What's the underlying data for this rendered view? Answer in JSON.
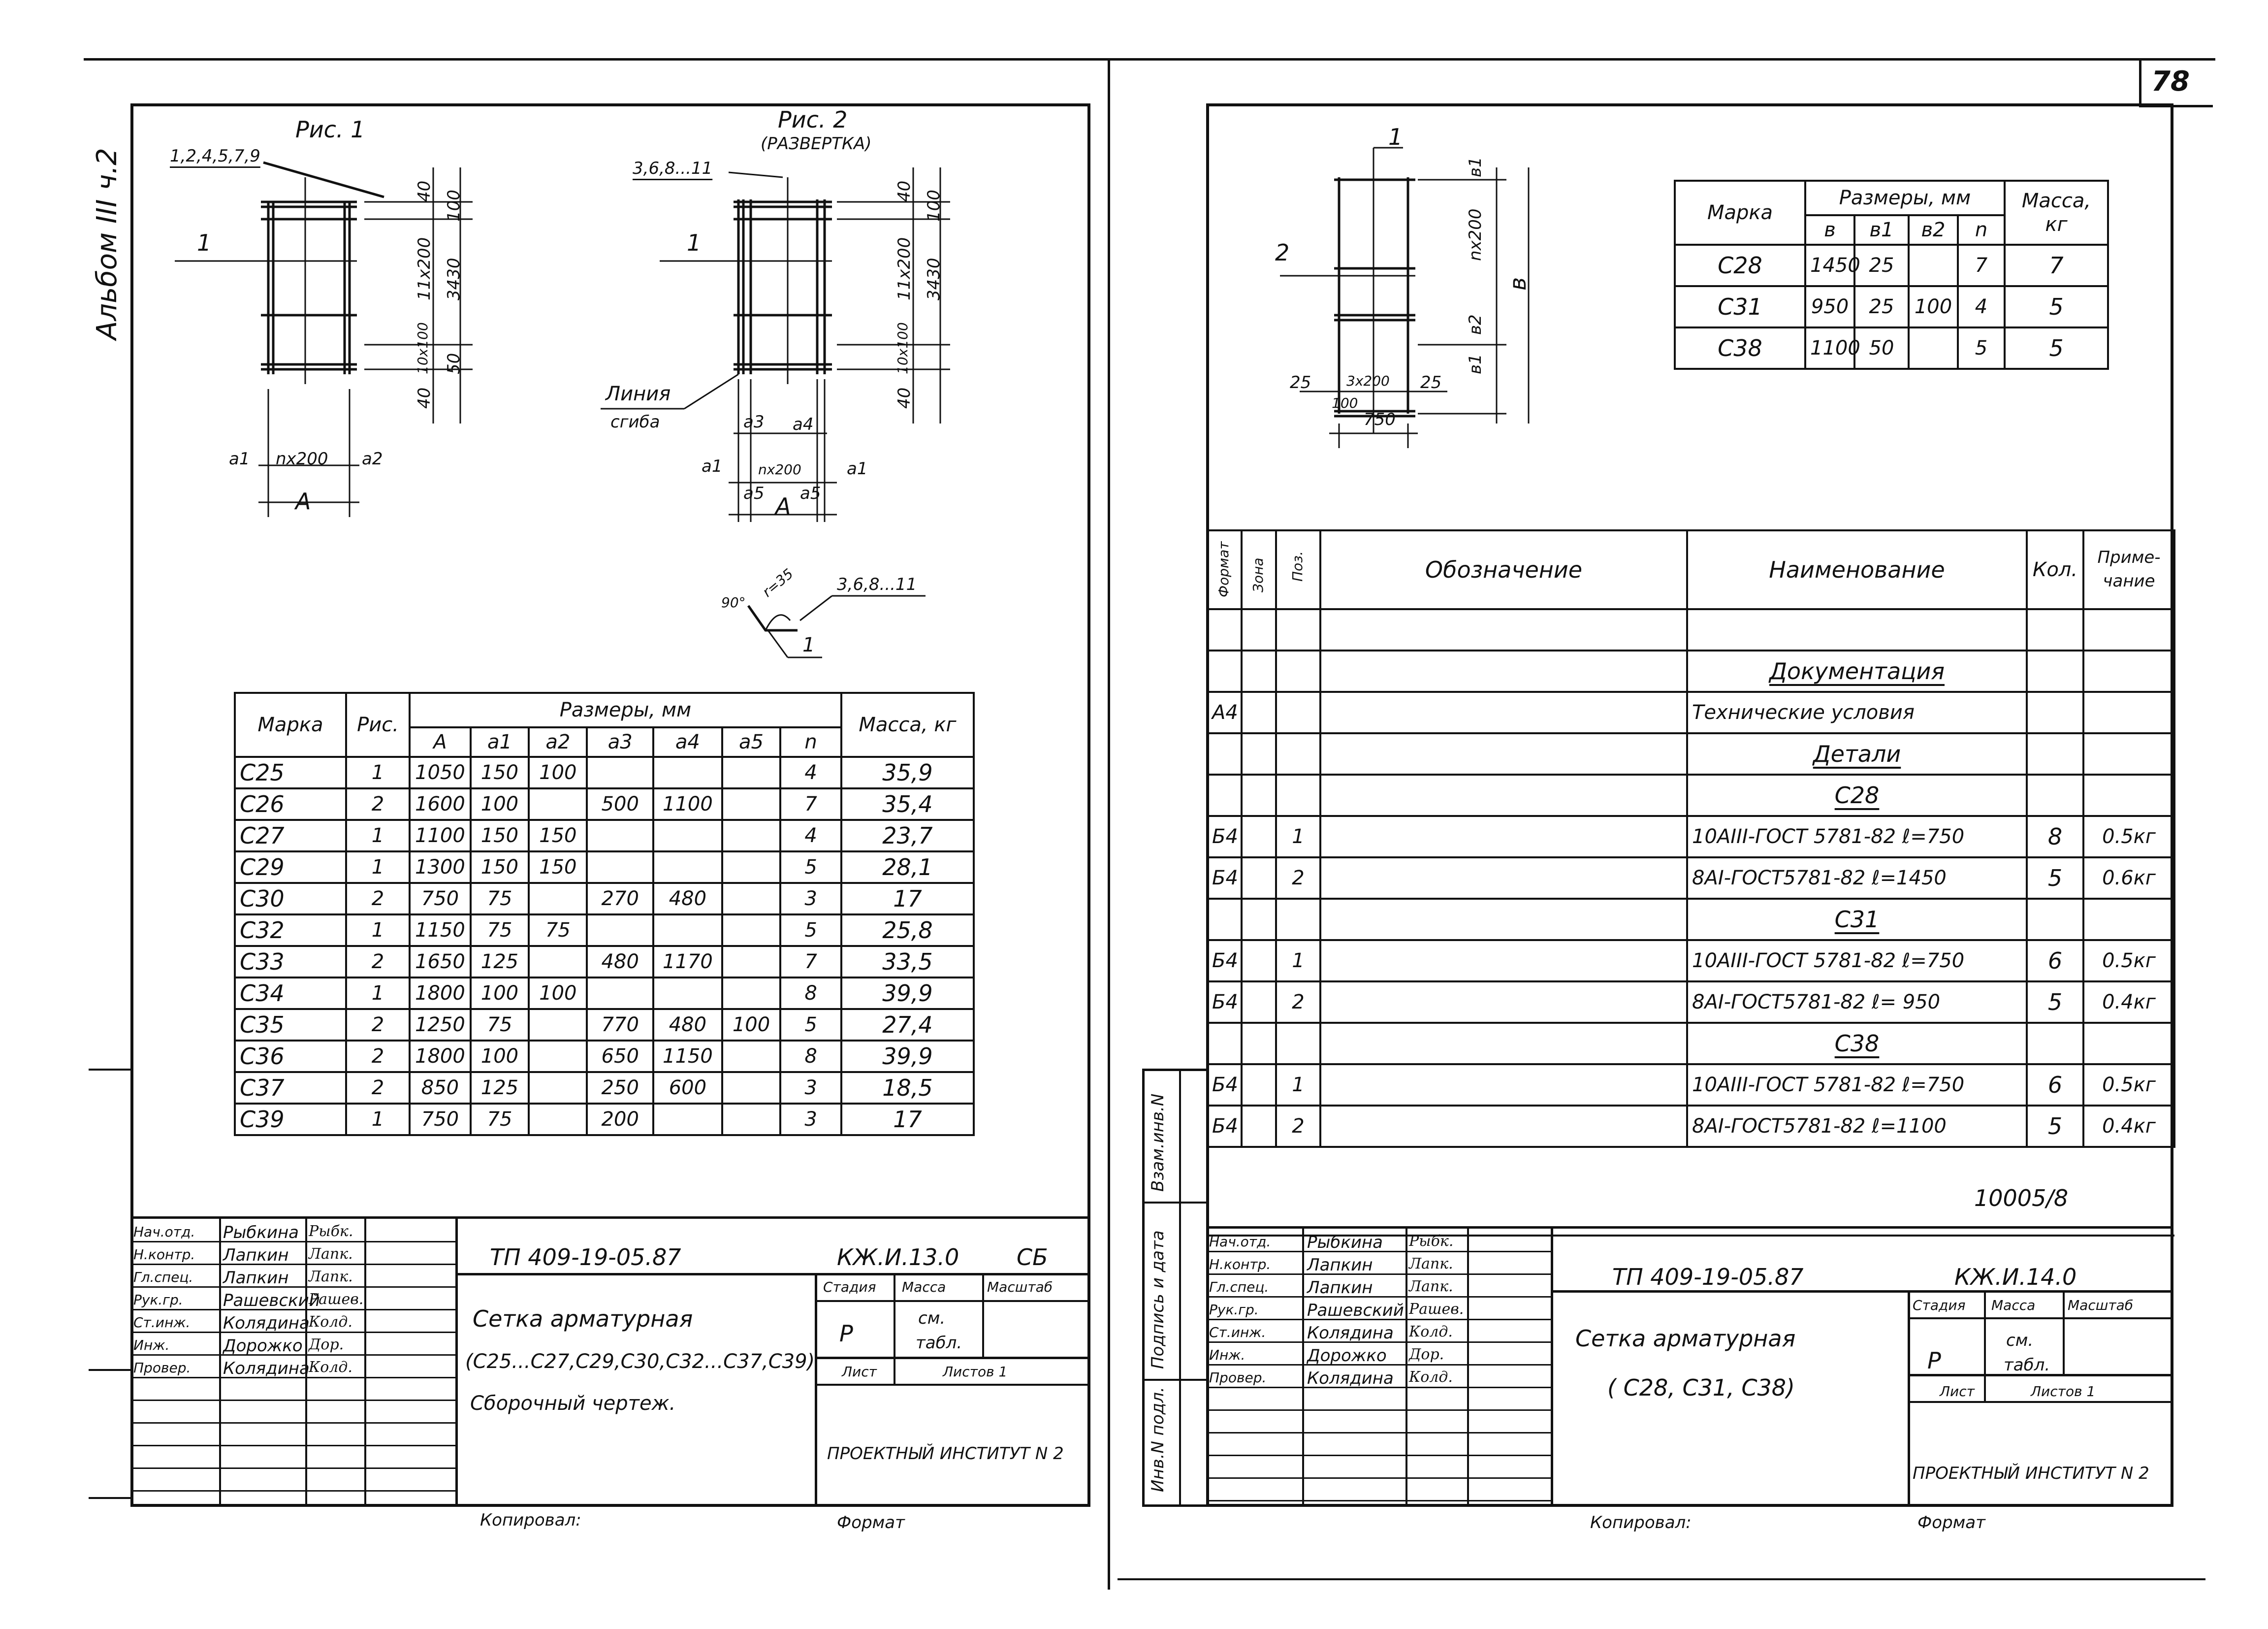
{
  "album_label": "Альбом III ч.2",
  "page_number": "78",
  "left_sheet": {
    "fig1_title": "Рис. 1",
    "fig1_positions": "1,2,4,5,7,9",
    "fig1_mark": "1",
    "fig2_title": "Рис. 2",
    "fig2_subtitle": "(РАЗВЕРТКА)",
    "fig2_positions": "3,6,8...11",
    "fig2_mark": "1",
    "dim_40": "40",
    "dim_100": "100",
    "dim_11x200": "11x200",
    "dim_3430": "3430",
    "dim_10x100": "10x100",
    "dim_50": "50",
    "dim_nx200": "nx200",
    "dim_a1": "a1",
    "dim_a2": "a2",
    "dim_A": "A",
    "dim_a3": "a3",
    "dim_a4": "a4",
    "dim_a5": "a5",
    "bend_line_1": "Линия",
    "bend_line_2": "сгиба",
    "bend_angle": "90°",
    "bend_radius": "r=35",
    "bend_positions": "3,6,8...11",
    "bend_mark": "1",
    "table": {
      "h_mark": "Марка",
      "h_fig": "Рис.",
      "h_sizes": "Размеры, мм",
      "h_mass": "Масса, кг",
      "sub": [
        "A",
        "a1",
        "a2",
        "a3",
        "a4",
        "a5",
        "n"
      ],
      "rows": [
        [
          "С25",
          "1",
          "1050",
          "150",
          "100",
          "",
          "",
          "",
          "4",
          "35,9"
        ],
        [
          "С26",
          "2",
          "1600",
          "100",
          "",
          "500",
          "1100",
          "",
          "7",
          "35,4"
        ],
        [
          "С27",
          "1",
          "1100",
          "150",
          "150",
          "",
          "",
          "",
          "4",
          "23,7"
        ],
        [
          "С29",
          "1",
          "1300",
          "150",
          "150",
          "",
          "",
          "",
          "5",
          "28,1"
        ],
        [
          "С30",
          "2",
          "750",
          "75",
          "",
          "270",
          "480",
          "",
          "3",
          "17"
        ],
        [
          "С32",
          "1",
          "1150",
          "75",
          "75",
          "",
          "",
          "",
          "5",
          "25,8"
        ],
        [
          "С33",
          "2",
          "1650",
          "125",
          "",
          "480",
          "1170",
          "",
          "7",
          "33,5"
        ],
        [
          "С34",
          "1",
          "1800",
          "100",
          "100",
          "",
          "",
          "",
          "8",
          "39,9"
        ],
        [
          "С35",
          "2",
          "1250",
          "75",
          "",
          "770",
          "480",
          "100",
          "5",
          "27,4"
        ],
        [
          "С36",
          "2",
          "1800",
          "100",
          "",
          "650",
          "1150",
          "",
          "8",
          "39,9"
        ],
        [
          "С37",
          "2",
          "850",
          "125",
          "",
          "250",
          "600",
          "",
          "3",
          "18,5"
        ],
        [
          "С39",
          "1",
          "750",
          "75",
          "",
          "200",
          "",
          "",
          "3",
          "17"
        ]
      ]
    },
    "stamp": {
      "roles": [
        "Нач.отд.",
        "Н.контр.",
        "Гл.спец.",
        "Рук.гр.",
        "Ст.инж.",
        "Инж.",
        "Провер."
      ],
      "names": [
        "Рыбкина",
        "Лапкин",
        "Лапкин",
        "Рашевский",
        "Колядина",
        "Дорожко",
        "Колядина"
      ],
      "signs": [
        "Рыбк.",
        "Лапк.",
        "Лапк.",
        "Рашев.",
        "Колд.",
        "Дор.",
        "Колд."
      ],
      "code": "ТП 409-19-05.87",
      "sheet_code": "КЖ.И.13.0",
      "sheet_suffix": "СБ",
      "title_1": "Сетка арматурная",
      "title_2": "(С25...С27,С29,С30,С32...С37,С39)",
      "title_3": "Сборочный чертеж.",
      "h_stage": "Стадия",
      "h_mass": "Масса",
      "h_scale": "Масштаб",
      "stage": "Р",
      "mass_1": "см.",
      "mass_2": "табл.",
      "sheet": "Лист",
      "sheets": "Листов 1",
      "org": "ПРОЕКТНЫЙ ИНСТИТУТ N 2"
    },
    "copied": "Копировал:",
    "format": "Формат"
  },
  "right_sheet": {
    "fig_mark_1": "1",
    "fig_mark_2": "2",
    "dim_b1": "в1",
    "dim_nx200": "nx200",
    "dim_b": "в",
    "dim_b2": "в2",
    "dim_25": "25",
    "dim_3x200": "3x200",
    "dim_100": "100",
    "dim_750": "750",
    "mark_table": {
      "h_mark": "Марка",
      "h_sizes": "Размеры, мм",
      "h_mass": "Масса, кг",
      "sub": [
        "в",
        "в1",
        "в2",
        "n"
      ],
      "rows": [
        [
          "С28",
          "1450",
          "25",
          "",
          "7",
          "7"
        ],
        [
          "С31",
          "950",
          "25",
          "100",
          "4",
          "5"
        ],
        [
          "С38",
          "1100",
          "50",
          "",
          "5",
          "5"
        ]
      ]
    },
    "spec": {
      "h_format": "Формат",
      "h_zone": "Зона",
      "h_pos": "Поз.",
      "h_designation": "Обозначение",
      "h_name": "Наименование",
      "h_qty": "Кол.",
      "h_note_1": "Приме-",
      "h_note_2": "чание",
      "rows": [
        {
          "f": "",
          "pos": "",
          "name": "",
          "qty": "",
          "note": ""
        },
        {
          "f": "",
          "pos": "",
          "name": "Документация",
          "qty": "",
          "note": "",
          "head": true
        },
        {
          "f": "А4",
          "pos": "",
          "name": "Технические условия",
          "qty": "",
          "note": ""
        },
        {
          "f": "",
          "pos": "",
          "name": "Детали",
          "qty": "",
          "note": "",
          "head": true
        },
        {
          "f": "",
          "pos": "",
          "name": "С28",
          "qty": "",
          "note": "",
          "head": true
        },
        {
          "f": "Б4",
          "pos": "1",
          "name": "10АIII-ГОСТ 5781-82 ℓ=750",
          "qty": "8",
          "note": "0.5кг"
        },
        {
          "f": "Б4",
          "pos": "2",
          "name": "8АI-ГОСТ5781-82 ℓ=1450",
          "qty": "5",
          "note": "0.6кг"
        },
        {
          "f": "",
          "pos": "",
          "name": "С31",
          "qty": "",
          "note": "",
          "head": true
        },
        {
          "f": "Б4",
          "pos": "1",
          "name": "10АIII-ГОСТ 5781-82 ℓ=750",
          "qty": "6",
          "note": "0.5кг"
        },
        {
          "f": "Б4",
          "pos": "2",
          "name": "8АI-ГОСТ5781-82 ℓ= 950",
          "qty": "5",
          "note": "0.4кг"
        },
        {
          "f": "",
          "pos": "",
          "name": "С38",
          "qty": "",
          "note": "",
          "head": true
        },
        {
          "f": "Б4",
          "pos": "1",
          "name": "10АIII-ГОСТ 5781-82 ℓ=750",
          "qty": "6",
          "note": "0.5кг"
        },
        {
          "f": "Б4",
          "pos": "2",
          "name": "8АI-ГОСТ5781-82 ℓ=1100",
          "qty": "5",
          "note": "0.4кг"
        }
      ]
    },
    "side_labels": [
      "Инв.N подл.",
      "Подпись и дата",
      "Взам.инв.N"
    ],
    "doc_number": "10005/8",
    "stamp": {
      "roles": [
        "Нач.отд.",
        "Н.контр.",
        "Гл.спец.",
        "Рук.гр.",
        "Ст.инж.",
        "Инж.",
        "Провер."
      ],
      "names": [
        "Рыбкина",
        "Лапкин",
        "Лапкин",
        "Рашевский",
        "Колядина",
        "Дорожко",
        "Колядина"
      ],
      "signs": [
        "Рыбк.",
        "Лапк.",
        "Лапк.",
        "Рашев.",
        "Колд.",
        "Дор.",
        "Колд."
      ],
      "code": "ТП 409-19-05.87",
      "sheet_code": "КЖ.И.14.0",
      "title_1": "Сетка арматурная",
      "title_2": "( С28, С31, С38)",
      "h_stage": "Стадия",
      "h_mass": "Масса",
      "h_scale": "Масштаб",
      "stage": "Р",
      "mass_1": "см.",
      "mass_2": "табл.",
      "sheet": "Лист",
      "sheets": "Листов 1",
      "org": "ПРОЕКТНЫЙ ИНСТИТУТ N 2"
    },
    "copied": "Копировал:",
    "format": "Формат"
  }
}
